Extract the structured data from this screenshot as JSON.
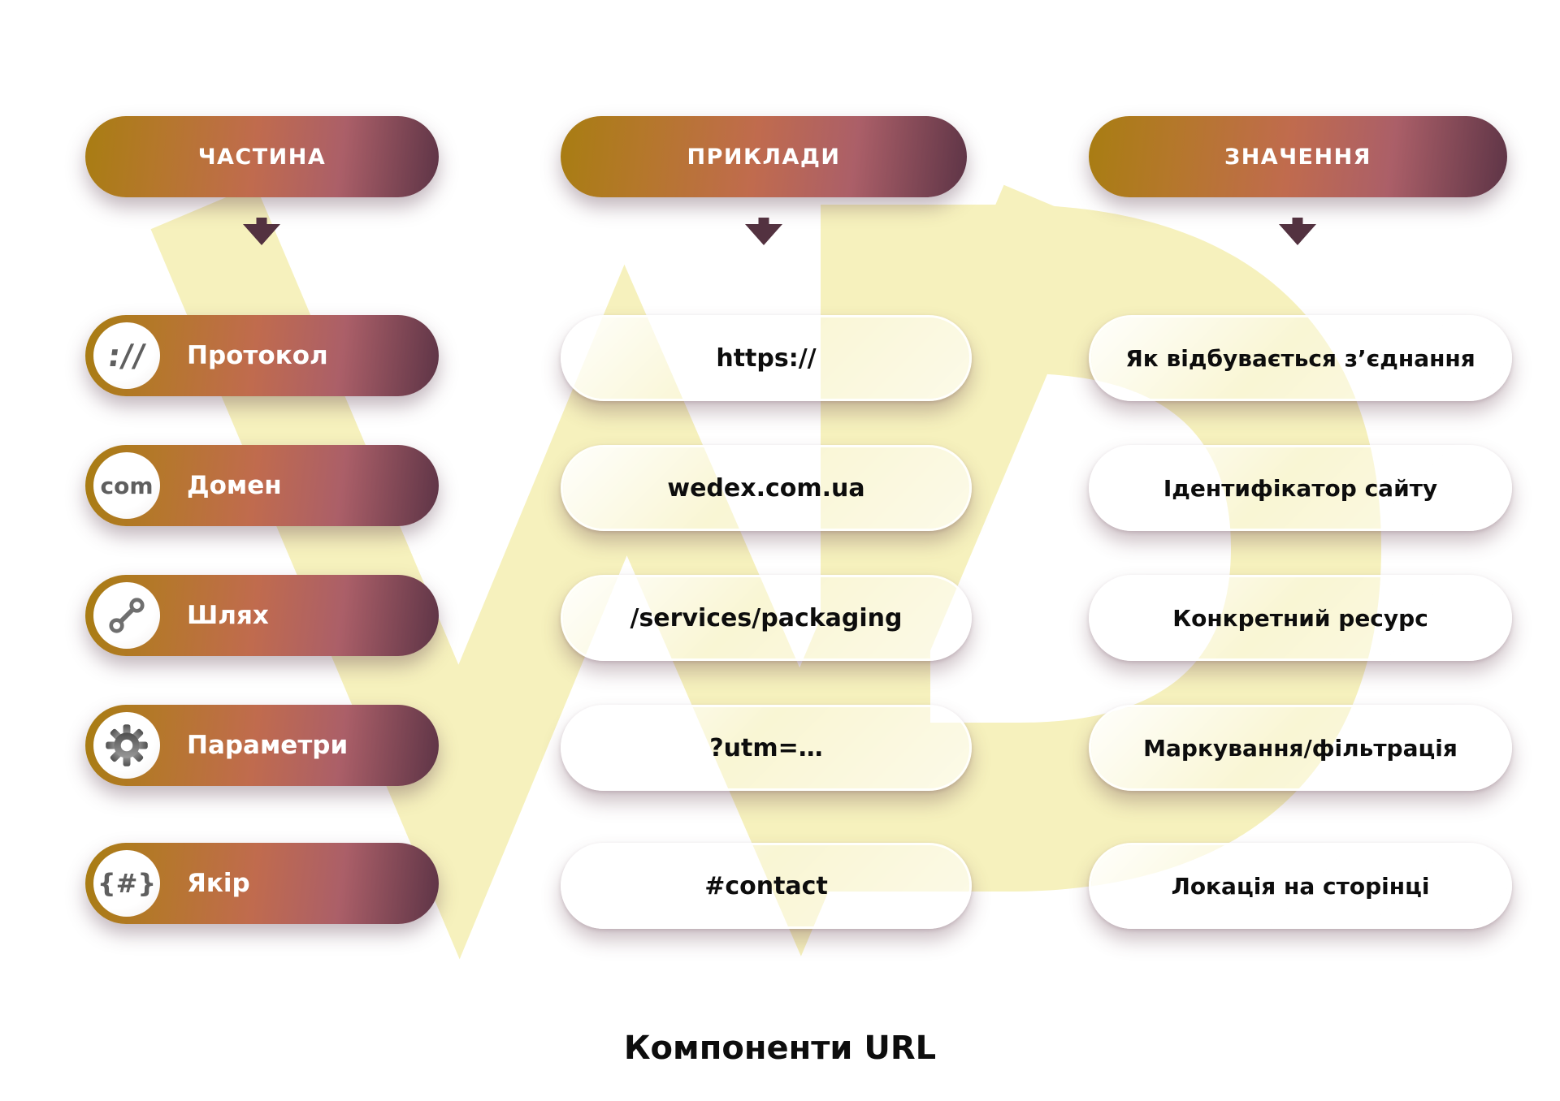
{
  "title": "Компоненти URL",
  "headers": {
    "part": "ЧАСТИНА",
    "examples": "ПРИКЛАДИ",
    "meaning": "ЗНАЧЕННЯ"
  },
  "rows": [
    {
      "part": "Протокол",
      "icon": "protocol-icon",
      "glyph": "://",
      "example": "https://",
      "meaning": "Як відбувається з’єднання"
    },
    {
      "part": "Домен",
      "icon": "domain-icon",
      "glyph": "com",
      "example": "wedex.com.ua",
      "meaning": "Ідентифікатор сайту"
    },
    {
      "part": "Шлях",
      "icon": "path-icon",
      "example": "/services/packaging",
      "meaning": "Конкретний ресурс"
    },
    {
      "part": "Параметри",
      "icon": "parameters-icon",
      "example": "?utm=…",
      "meaning": "Маркування/фільтрація"
    },
    {
      "part": "Якір",
      "icon": "anchor-icon",
      "glyph": "{#}",
      "example": "#contact",
      "meaning": "Локація на сторінці"
    }
  ],
  "colors": {
    "gradient_start": "#a87d12",
    "gradient_mid": "#c06b4e",
    "gradient_end": "#5d3446",
    "arrow": "#533240",
    "watermark": "#f6f1bd",
    "pill_text": "#0d0d0d",
    "icon_gray": "#5f5f5f"
  }
}
